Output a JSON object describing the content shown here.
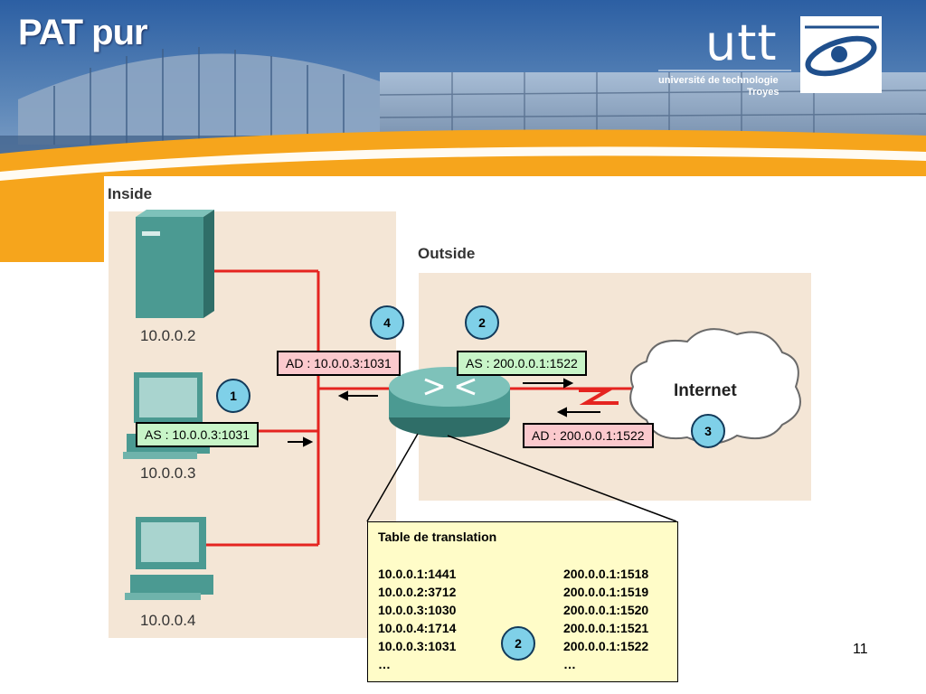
{
  "slide": {
    "title": "PAT pur",
    "page_number": "11"
  },
  "logo": {
    "word": "utt",
    "line1": "université de technologie",
    "line2": "Troyes"
  },
  "zones": {
    "inside": "Inside",
    "outside": "Outside"
  },
  "hosts": [
    {
      "ip": "10.0.0.2"
    },
    {
      "ip": "10.0.0.3"
    },
    {
      "ip": "10.0.0.4"
    }
  ],
  "cloud_label": "Internet",
  "address_boxes": {
    "as_inside": "AS : 10.0.0.3:1031",
    "ad_inside": "AD : 10.0.0.3:1031",
    "as_outside": "AS : 200.0.0.1:1522",
    "ad_outside": "AD : 200.0.0.1:1522"
  },
  "steps": {
    "host_step": "1",
    "outbound_step": "2",
    "reply_step": "3",
    "return_step": "4",
    "table_step": "2"
  },
  "translation_table": {
    "title": "Table de translation",
    "rows": [
      {
        "inside": "10.0.0.1:1441",
        "outside": "200.0.0.1:1518"
      },
      {
        "inside": "10.0.0.2:3712",
        "outside": "200.0.0.1:1519"
      },
      {
        "inside": "10.0.0.3:1030",
        "outside": "200.0.0.1:1520"
      },
      {
        "inside": "10.0.0.4:1714",
        "outside": "200.0.0.1:1521"
      },
      {
        "inside": "10.0.0.3:1031",
        "outside": "200.0.0.1:1522"
      },
      {
        "inside": "…",
        "outside": "…"
      }
    ]
  },
  "colors": {
    "link_red": "#e52420",
    "inside_bg": "#f4e6d6",
    "outside_bg": "#f4e6d6",
    "banner_blue": "#1f4f8c",
    "banner_orange": "#f6a51c",
    "step_circle": "#7fd0e8",
    "table_bg": "#fffcc8"
  }
}
